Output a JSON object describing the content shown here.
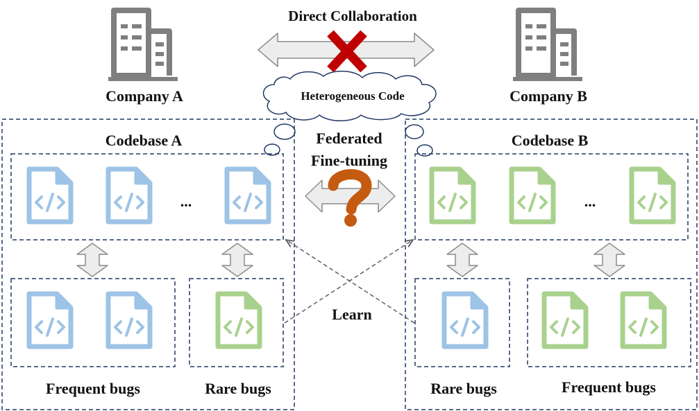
{
  "top": {
    "direct_collaboration": "Direct Collaboration",
    "heterogeneous_code": "Heterogeneous Code",
    "company_a": "Company A",
    "company_b": "Company B"
  },
  "center": {
    "federated_line1": "Federated",
    "federated_line2": "Fine-tuning",
    "learn": "Learn"
  },
  "left": {
    "codebase_title": "Codebase A",
    "ellipsis": "...",
    "frequent_label": "Frequent bugs",
    "rare_label": "Rare bugs"
  },
  "right": {
    "codebase_title": "Codebase B",
    "ellipsis": "...",
    "rare_label": "Rare bugs",
    "frequent_label": "Frequent bugs"
  },
  "colors": {
    "blue_file": "#9dc3e6",
    "green_file": "#a9d18e",
    "building": "#7f7f7f",
    "cross": "#c00000",
    "question": "#c55a11",
    "arrow_fill": "#ededed",
    "arrow_stroke": "#8c8c8c",
    "dash": "#203864"
  },
  "icons": {
    "building": "building-icon",
    "file": "code-file-icon",
    "cross": "cross-icon",
    "question": "question-icon",
    "cloud": "thought-cloud"
  }
}
